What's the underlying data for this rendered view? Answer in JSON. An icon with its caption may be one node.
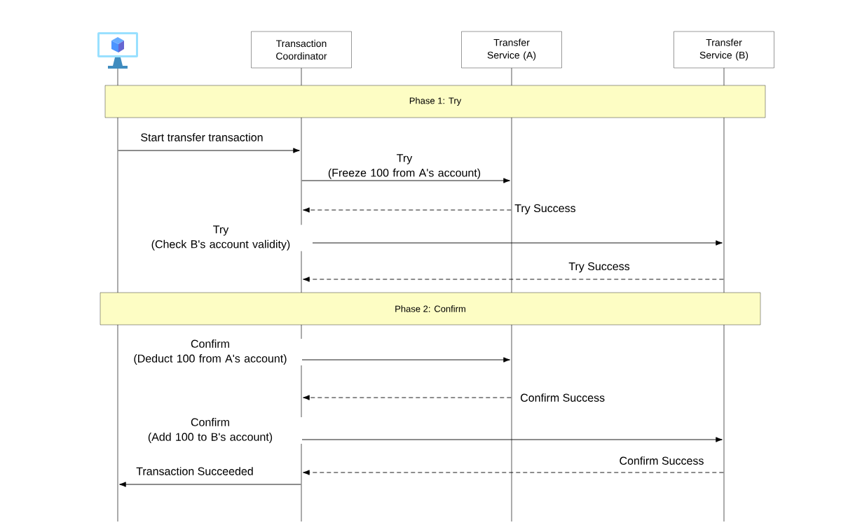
{
  "diagram": {
    "nodes": [
      {
        "text": [],
        "shape": "computer"
      },
      {
        "text": [
          "Transaction Coordinator"
        ]
      },
      {
        "text": [
          "Transfer Service (A)"
        ]
      },
      {
        "text": [
          "Transfer Service (B)"
        ]
      },
      {
        "text": [],
        "shape": "line"
      },
      {
        "text": [],
        "shape": "line"
      },
      {
        "text": [],
        "shape": "line"
      },
      {
        "text": [],
        "shape": "line"
      },
      {
        "text": [
          "Phase 1: Try"
        ]
      },
      {
        "text": [
          "Phase 2: Confirm"
        ]
      }
    ],
    "edges": [
      {
        "from": 4,
        "to": 5,
        "arrow": "to",
        "label": "Start transfer transaction"
      },
      {
        "from": 5,
        "to": 6,
        "arrow": "to",
        "label": "Try (Freeze 100 from A's account)"
      },
      {
        "from": 6,
        "to": 5,
        "arrow": "to",
        "label": "Try Success",
        "style": "dashed"
      },
      {
        "from": 5,
        "to": 7,
        "arrow": "to",
        "label": "Try (Check B's account validity)"
      },
      {
        "from": 7,
        "to": 5,
        "arrow": "to",
        "label": "Try Success",
        "style": "dashed"
      },
      {
        "from": 5,
        "to": 6,
        "arrow": "to",
        "label": "Confirm (Deduct 100 from A's account)"
      },
      {
        "from": 6,
        "to": 5,
        "arrow": "to",
        "label": "Confirm Success",
        "style": "dashed"
      },
      {
        "from": 5,
        "to": 7,
        "arrow": "to",
        "label": "Confirm (Add 100 to B's account)"
      },
      {
        "from": 7,
        "to": 5,
        "arrow": "to",
        "label": "Confirm Success",
        "style": "dashed"
      },
      {
        "from": 5,
        "to": 4,
        "arrow": "to",
        "label": "Transaction Succeeded"
      }
    ]
  }
}
